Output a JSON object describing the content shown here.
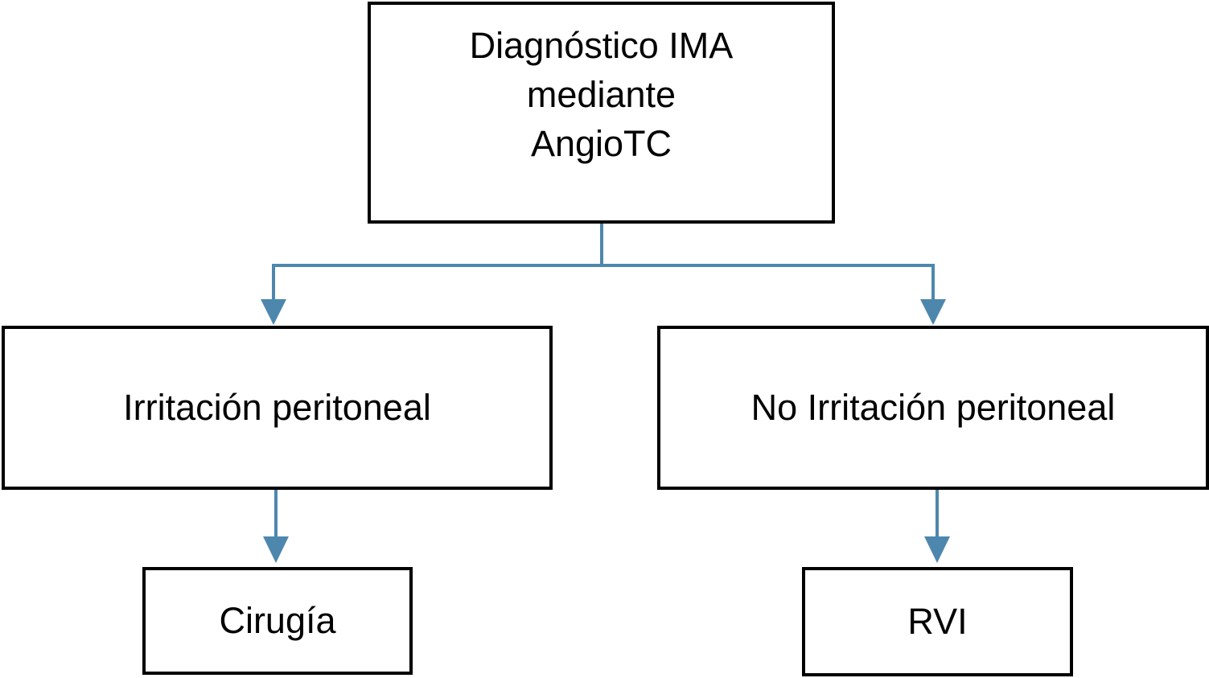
{
  "diagram": {
    "type": "flowchart",
    "nodes": [
      {
        "id": "root",
        "label": "Diagnóstico IMA mediante AngioTC",
        "lines": [
          "Diagnóstico IMA",
          "mediante",
          "AngioTC"
        ]
      },
      {
        "id": "irritacion-peritoneal",
        "label": "Irritación peritoneal"
      },
      {
        "id": "no-irritacion-peritoneal",
        "label": "No Irritación peritoneal"
      },
      {
        "id": "cirugia",
        "label": "Cirugía"
      },
      {
        "id": "rvi",
        "label": "RVI"
      }
    ],
    "edges": [
      {
        "from": "root",
        "to": "irritacion-peritoneal"
      },
      {
        "from": "root",
        "to": "no-irritacion-peritoneal"
      },
      {
        "from": "irritacion-peritoneal",
        "to": "cirugia"
      },
      {
        "from": "no-irritacion-peritoneal",
        "to": "rvi"
      }
    ]
  },
  "colors": {
    "connector": "#4e87ad",
    "node_border": "#000000",
    "node_fill": "#ffffff",
    "text": "#000000",
    "background": "#ffffff"
  }
}
